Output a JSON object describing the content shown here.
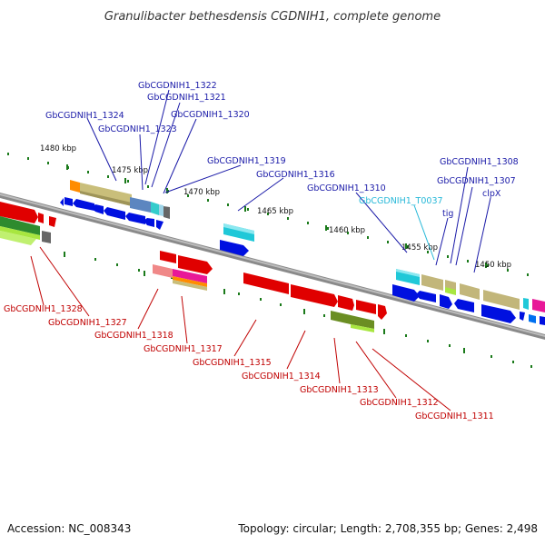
{
  "title": "Granulibacter bethesdensis CGDNIH1, complete genome",
  "footer": {
    "accession": "Accession: NC_008343",
    "summary": "Topology: circular; Length: 2,708,355 bp; Genes: 2,498"
  },
  "ticks": [
    "1480 kbp",
    "1475 kbp",
    "1470 kbp",
    "1465 kbp",
    "1460 kbp",
    "1455 kbp",
    "1450 kbp"
  ],
  "labels_top": [
    "GbCGDNIH1_1322",
    "GbCGDNIH1_1321",
    "GbCGDNIH1_1324",
    "GbCGDNIH1_1323",
    "GbCGDNIH1_1320",
    "GbCGDNIH1_1319",
    "GbCGDNIH1_1316",
    "GbCGDNIH1_1310",
    "GbCGDNIH1_T0037",
    "GbCGDNIH1_1308",
    "GbCGDNIH1_1307",
    "clpX",
    "tig"
  ],
  "labels_bottom": [
    "GbCGDNIH1_1328",
    "GbCGDNIH1_1327",
    "GbCGDNIH1_1318",
    "GbCGDNIH1_1317",
    "GbCGDNIH1_1315",
    "GbCGDNIH1_1314",
    "GbCGDNIH1_1313",
    "GbCGDNIH1_1312",
    "GbCGDNIH1_1311"
  ],
  "colors": {
    "forward_cds": "#e00000",
    "reverse_cds": "#0010e0",
    "label_blue": "#1a1aa8",
    "label_red": "#c00000",
    "trna_label": "#26b8d8",
    "backbone": "#888888",
    "tick": "#1a7a1a"
  }
}
